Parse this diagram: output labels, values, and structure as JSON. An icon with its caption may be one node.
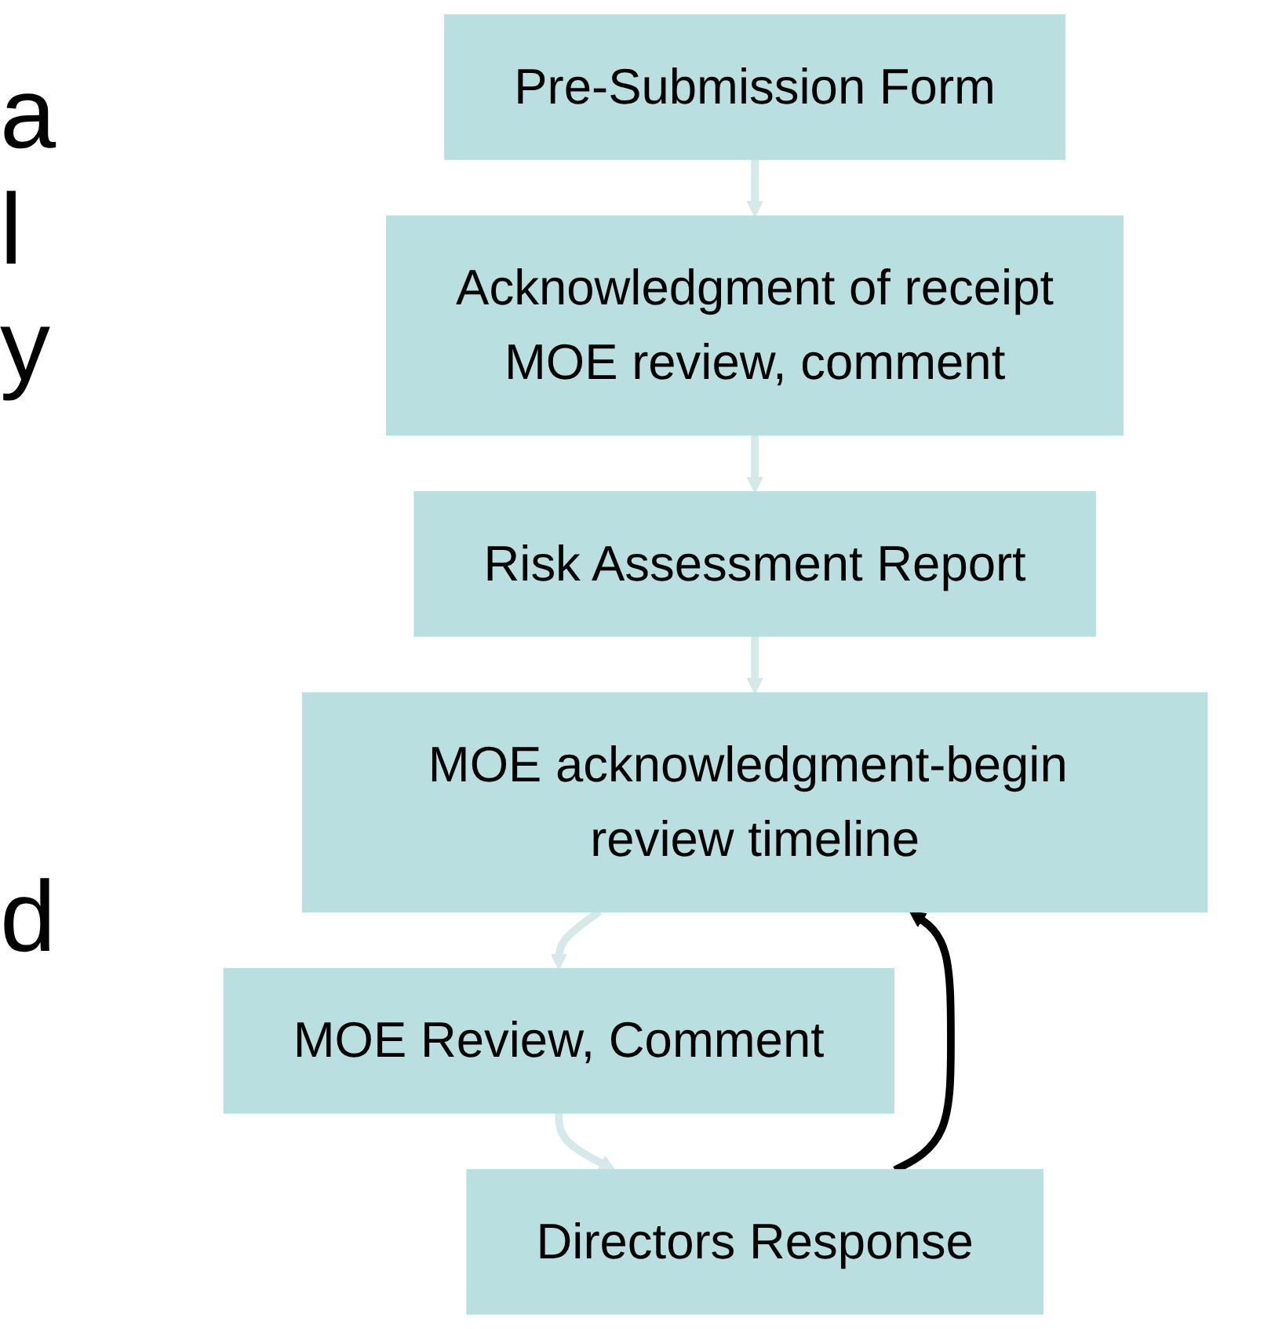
{
  "diagram": {
    "nodes": [
      {
        "text": [
          "Pre-Submission Form"
        ]
      },
      {
        "text": [
          "Acknowledgment of receipt",
          "MOE review, comment"
        ]
      },
      {
        "text": [
          "Risk Assessment Report"
        ]
      },
      {
        "text": [
          "MOE acknowledgment-begin review timeline"
        ]
      },
      {
        "text": [
          "MOE Review, Comment"
        ]
      },
      {
        "text": [
          "Directors Response"
        ]
      }
    ],
    "edges": [
      {
        "from": 0,
        "to": 1,
        "arrow": "to"
      },
      {
        "from": 1,
        "to": 2,
        "arrow": "to"
      },
      {
        "from": 2,
        "to": 3,
        "arrow": "to"
      },
      {
        "from": 3,
        "to": 4,
        "arrow": "to"
      },
      {
        "from": 4,
        "to": 5,
        "arrow": "to"
      },
      {
        "from": 5,
        "to": 3,
        "arrow": "to",
        "color": "#000000"
      }
    ],
    "labels": [
      "a",
      "l",
      "y",
      "d"
    ]
  }
}
